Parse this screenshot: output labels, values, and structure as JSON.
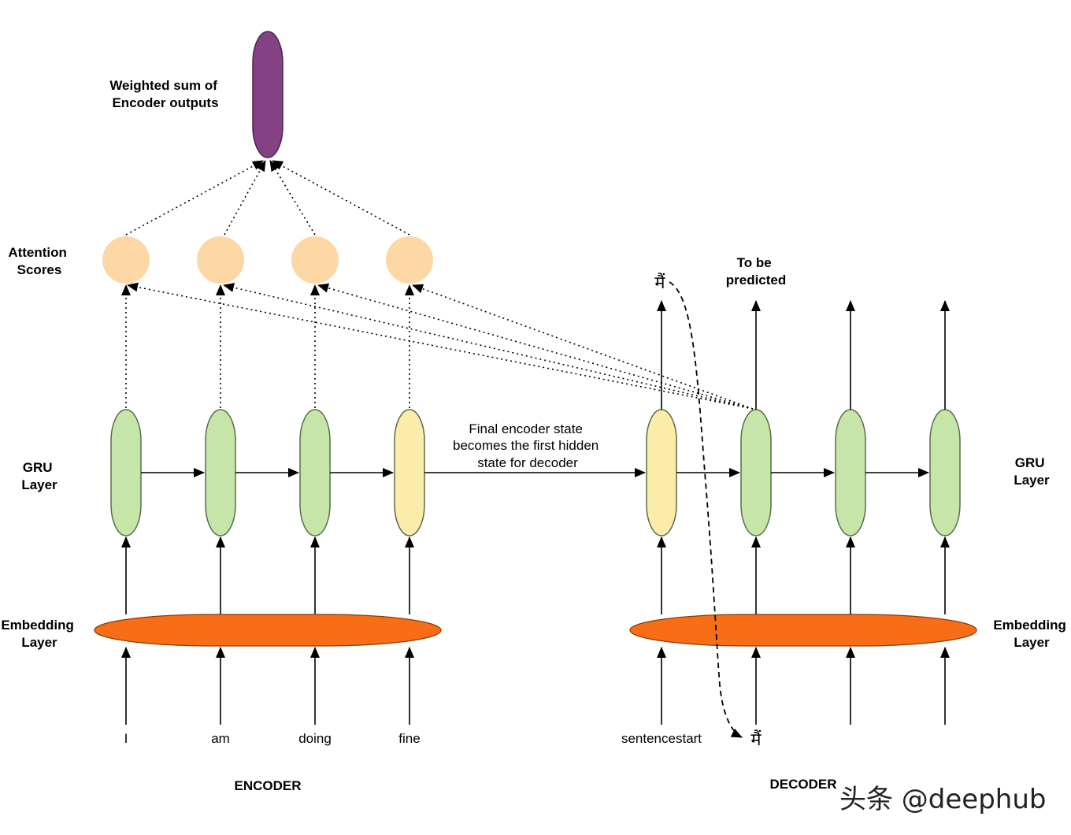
{
  "colors": {
    "purple": "#844285",
    "peach": "#FDD8A4",
    "green": "#C6E6A9",
    "yellow": "#FCECAA",
    "orange": "#F86E16",
    "stroke": "#5A6B4A"
  },
  "labels": {
    "weighted_sum": [
      "Weighted sum of",
      "Encoder outputs"
    ],
    "attention_scores": [
      "Attention",
      "Scores"
    ],
    "gru_left": [
      "GRU",
      "Layer"
    ],
    "gru_right": [
      "GRU",
      "Layer"
    ],
    "embedding_left": [
      "Embedding",
      "Layer"
    ],
    "embedding_right": [
      "Embedding",
      "Layer"
    ],
    "final_state": [
      "Final encoder state",
      "becomes the first hidden",
      "state for decoder"
    ],
    "to_be_predicted": [
      "To be",
      "predicted"
    ],
    "encoder": "ENCODER",
    "decoder": "DECODER"
  },
  "encoder_inputs": [
    "I",
    "am",
    "doing",
    "fine"
  ],
  "decoder_inputs": [
    "sentencestart"
  ],
  "hindi_word_top": "मैं",
  "hindi_word_bottom": "मैं",
  "watermark": "头条 @deephub"
}
